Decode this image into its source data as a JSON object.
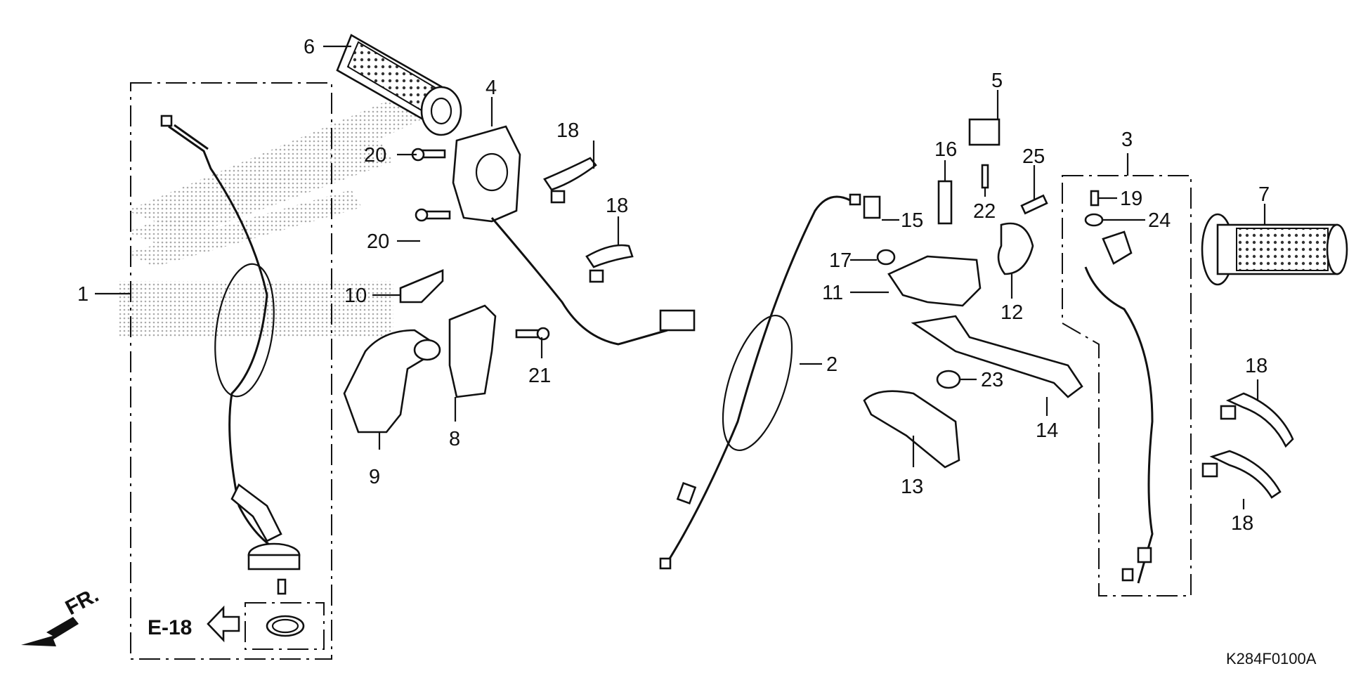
{
  "diagram": {
    "code": "K284F0100A",
    "ref_label": "E-18",
    "fr_label": "FR.",
    "callouts": [
      "1",
      "2",
      "3",
      "4",
      "5",
      "6",
      "7",
      "8",
      "9",
      "10",
      "11",
      "12",
      "13",
      "14",
      "15",
      "16",
      "17",
      "18",
      "18",
      "18",
      "18",
      "19",
      "20",
      "20",
      "21",
      "22",
      "23",
      "24",
      "25"
    ]
  }
}
